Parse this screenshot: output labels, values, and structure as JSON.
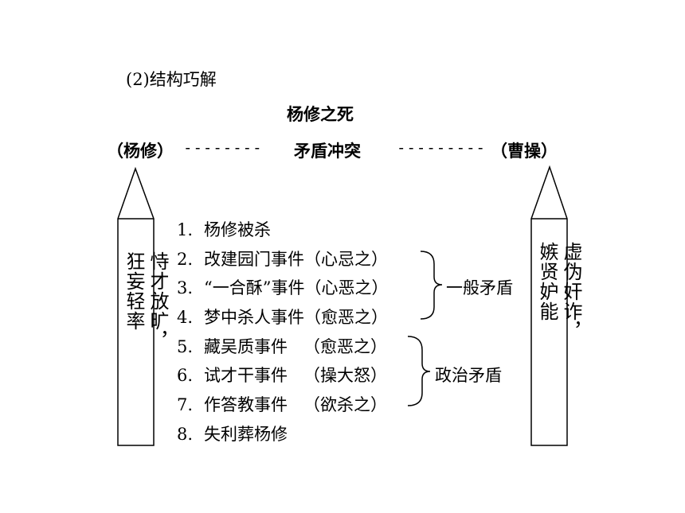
{
  "section_title": "(2)结构巧解",
  "main_title": "杨修之死",
  "left_character": "（杨修）",
  "right_character": "（曹操）",
  "conflict_label": "矛盾冲突",
  "dashes_left": "--------",
  "dashes_right": "---------",
  "left_traits": "恃才放旷，\n狂妄轻率",
  "right_traits": "虚伪奸诈，\n嫉贤妒能",
  "events": [
    {
      "num": "1.",
      "text": "杨修被杀",
      "paren": ""
    },
    {
      "num": "2.",
      "text": "改建园门事件",
      "paren": "（心忌之）"
    },
    {
      "num": "3.",
      "text": "“一合酥”事件",
      "paren": "（心恶之）"
    },
    {
      "num": "4.",
      "text": "梦中杀人事件",
      "paren": "（愈恶之）"
    },
    {
      "num": "5.",
      "text": "藏吴质事件",
      "paren": "（愈恶之）"
    },
    {
      "num": "6.",
      "text": "试才干事件",
      "paren": "（操大怒）"
    },
    {
      "num": "7.",
      "text": "作答教事件",
      "paren": "（欲杀之）"
    },
    {
      "num": "8.",
      "text": "失利葬杨修",
      "paren": ""
    }
  ],
  "groups": [
    {
      "label": "一般矛盾"
    },
    {
      "label": "政治矛盾"
    }
  ]
}
